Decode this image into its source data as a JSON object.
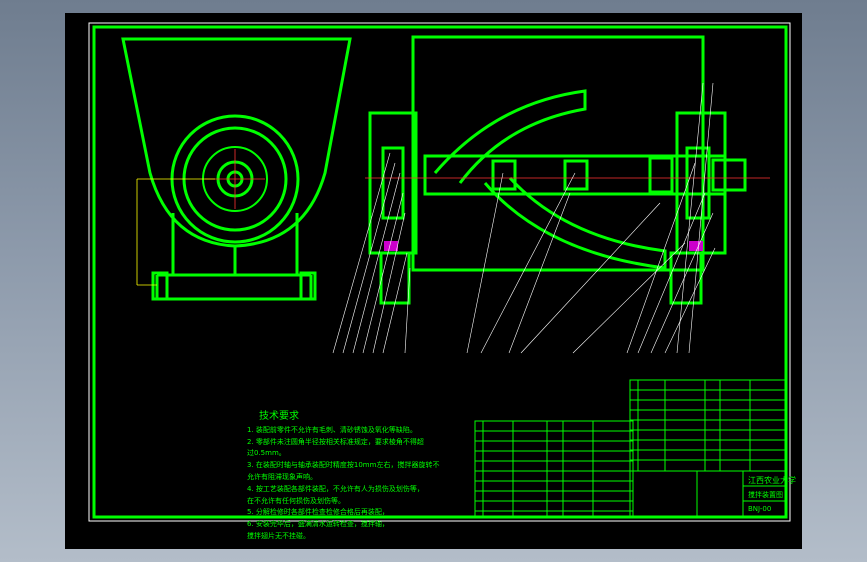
{
  "drawing": {
    "technical_requirements_title": "技术要求",
    "technical_requirements": [
      "1. 装配前零件不允许有毛刺、清砂锈蚀及氧化等缺陷。",
      "2. 零部件未注圆角半径按相关标准规定，要求棱角不得超",
      "过0.5mm。",
      "3. 在装配时轴与轴承装配时精度按10mm左右，搅拌器旋转不",
      "允许有阻滞现象声响。",
      "4. 按工艺装配各部件装配，不允许有人为损伤及划伤等，",
      "在不允许有任何损伤及划伤等。",
      "5. 分解检修时各部件检查检修合格后再装配，",
      "6. 安装完毕后，盛满清水运转检查，搅拌轴，",
      "搅拌翅片无不挂碰。"
    ],
    "title_block": {
      "school": "江西农业大学",
      "drawing_name": "搅拌装置图",
      "drawing_number": "BNJ-00"
    }
  },
  "colors": {
    "line": "#00ff00",
    "paper": "#000000",
    "dimension": "#ffff00",
    "center_line": "#ff3333",
    "bearing_section": "#cc00cc",
    "label": "#ffffff"
  }
}
